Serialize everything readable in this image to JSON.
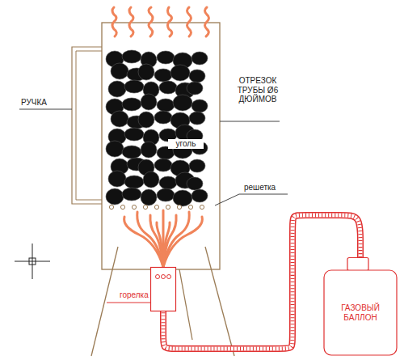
{
  "diagram": {
    "nodes": [
      {
        "text": [
          "горелка"
        ]
      },
      {
        "text": [
          "ГАЗОВЫЙ БАЛЛОН"
        ]
      }
    ],
    "edges": [
      {
        "from": 1,
        "to": 0,
        "arrow": "none"
      }
    ],
    "labels": [
      "ОТРЕЗОК ТРУБЫ Ø6 ДЮЙМОВ",
      "РУЧКА",
      "уголь",
      "решетка"
    ]
  }
}
